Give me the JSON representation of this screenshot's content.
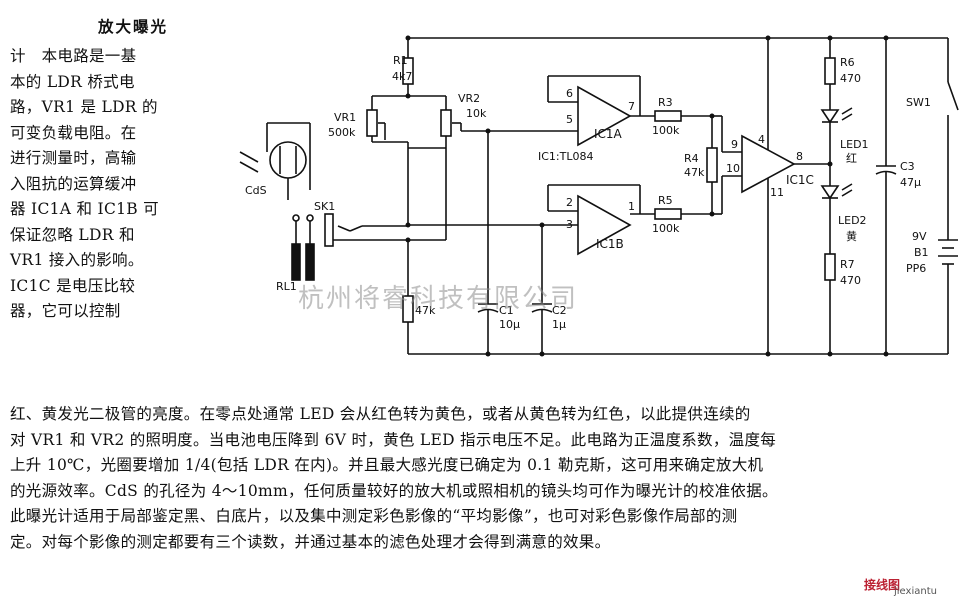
{
  "article": {
    "title": "放大曝光",
    "left_lines": [
      "计　本电路是一基",
      "本的 LDR 桥式电",
      "路，VR1 是 LDR 的",
      "可变负载电阻。在",
      "进行测量时，高输",
      "入阻抗的运算缓冲",
      "器 IC1A 和 IC1B 可",
      "保证忽略 LDR 和",
      "VR1 接入的影响。",
      "IC1C 是电压比较",
      "器，它可以控制"
    ],
    "full_lines": [
      "红、黄发光二极管的亮度。在零点处通常 LED 会从红色转为黄色，或者从黄色转为红色，以此提供连续的",
      "对 VR1 和 VR2 的照明度。当电池电压降到 6V 时，黄色 LED 指示电压不足。此电路为正温度系数，温度每",
      "上升 10℃，光圈要增加 1/4(包括 LDR 在内)。并且最大感光度已确定为 0.1 勒克斯，这可用来确定放大机",
      "的光源效率。CdS 的孔径为 4～10mm，任何质量较好的放大机或照相机的镜头均可作为曝光计的校准依据。",
      "此曝光计适用于局部鉴定黑、白底片，以及集中测定彩色影像的“平均影像”，也可对彩色影像作局部的测",
      "定。对每个影像的测定都要有三个读数，并通过基本的滤色处理才会得到满意的效果。"
    ]
  },
  "circuit": {
    "r1": "R1",
    "r1_val": "4k7",
    "vr1": "VR1",
    "vr1_val": "500k",
    "vr2": "VR2",
    "vr2_val": "10k",
    "cds": "CdS",
    "sk1": "SK1",
    "rl1": "RL1",
    "r2_val": "47k",
    "c1": "C1",
    "c1_val": "10μ",
    "c2": "C2",
    "c2_val": "1μ",
    "ic1a": "IC1A",
    "ic1b": "IC1B",
    "ic1c": "IC1C",
    "ic_type": "IC1:TL084",
    "r3": "R3",
    "r3_val": "100k",
    "r4": "R4",
    "r4_val": "47k",
    "r5": "R5",
    "r5_val": "100k",
    "r6": "R6",
    "r6_val": "470",
    "r7": "R7",
    "r7_val": "470",
    "led1": "LED1",
    "led1_color": "红",
    "led2": "LED2",
    "led2_color": "黄",
    "c3": "C3",
    "c3_val": "47μ",
    "sw1": "SW1",
    "b1_volt": "9V",
    "b1": "B1",
    "b1_type": "PP6",
    "pin_6": "6",
    "pin_5": "5",
    "pin_7": "7",
    "pin_2": "2",
    "pin_3": "3",
    "pin_1": "1",
    "pin_9": "9",
    "pin_10": "10",
    "pin_4": "4",
    "pin_8": "8",
    "pin_11": "11"
  },
  "watermark": "杭州将睿科技有限公司",
  "logo": {
    "brand": "接线图",
    "site": "jiexiantu"
  }
}
